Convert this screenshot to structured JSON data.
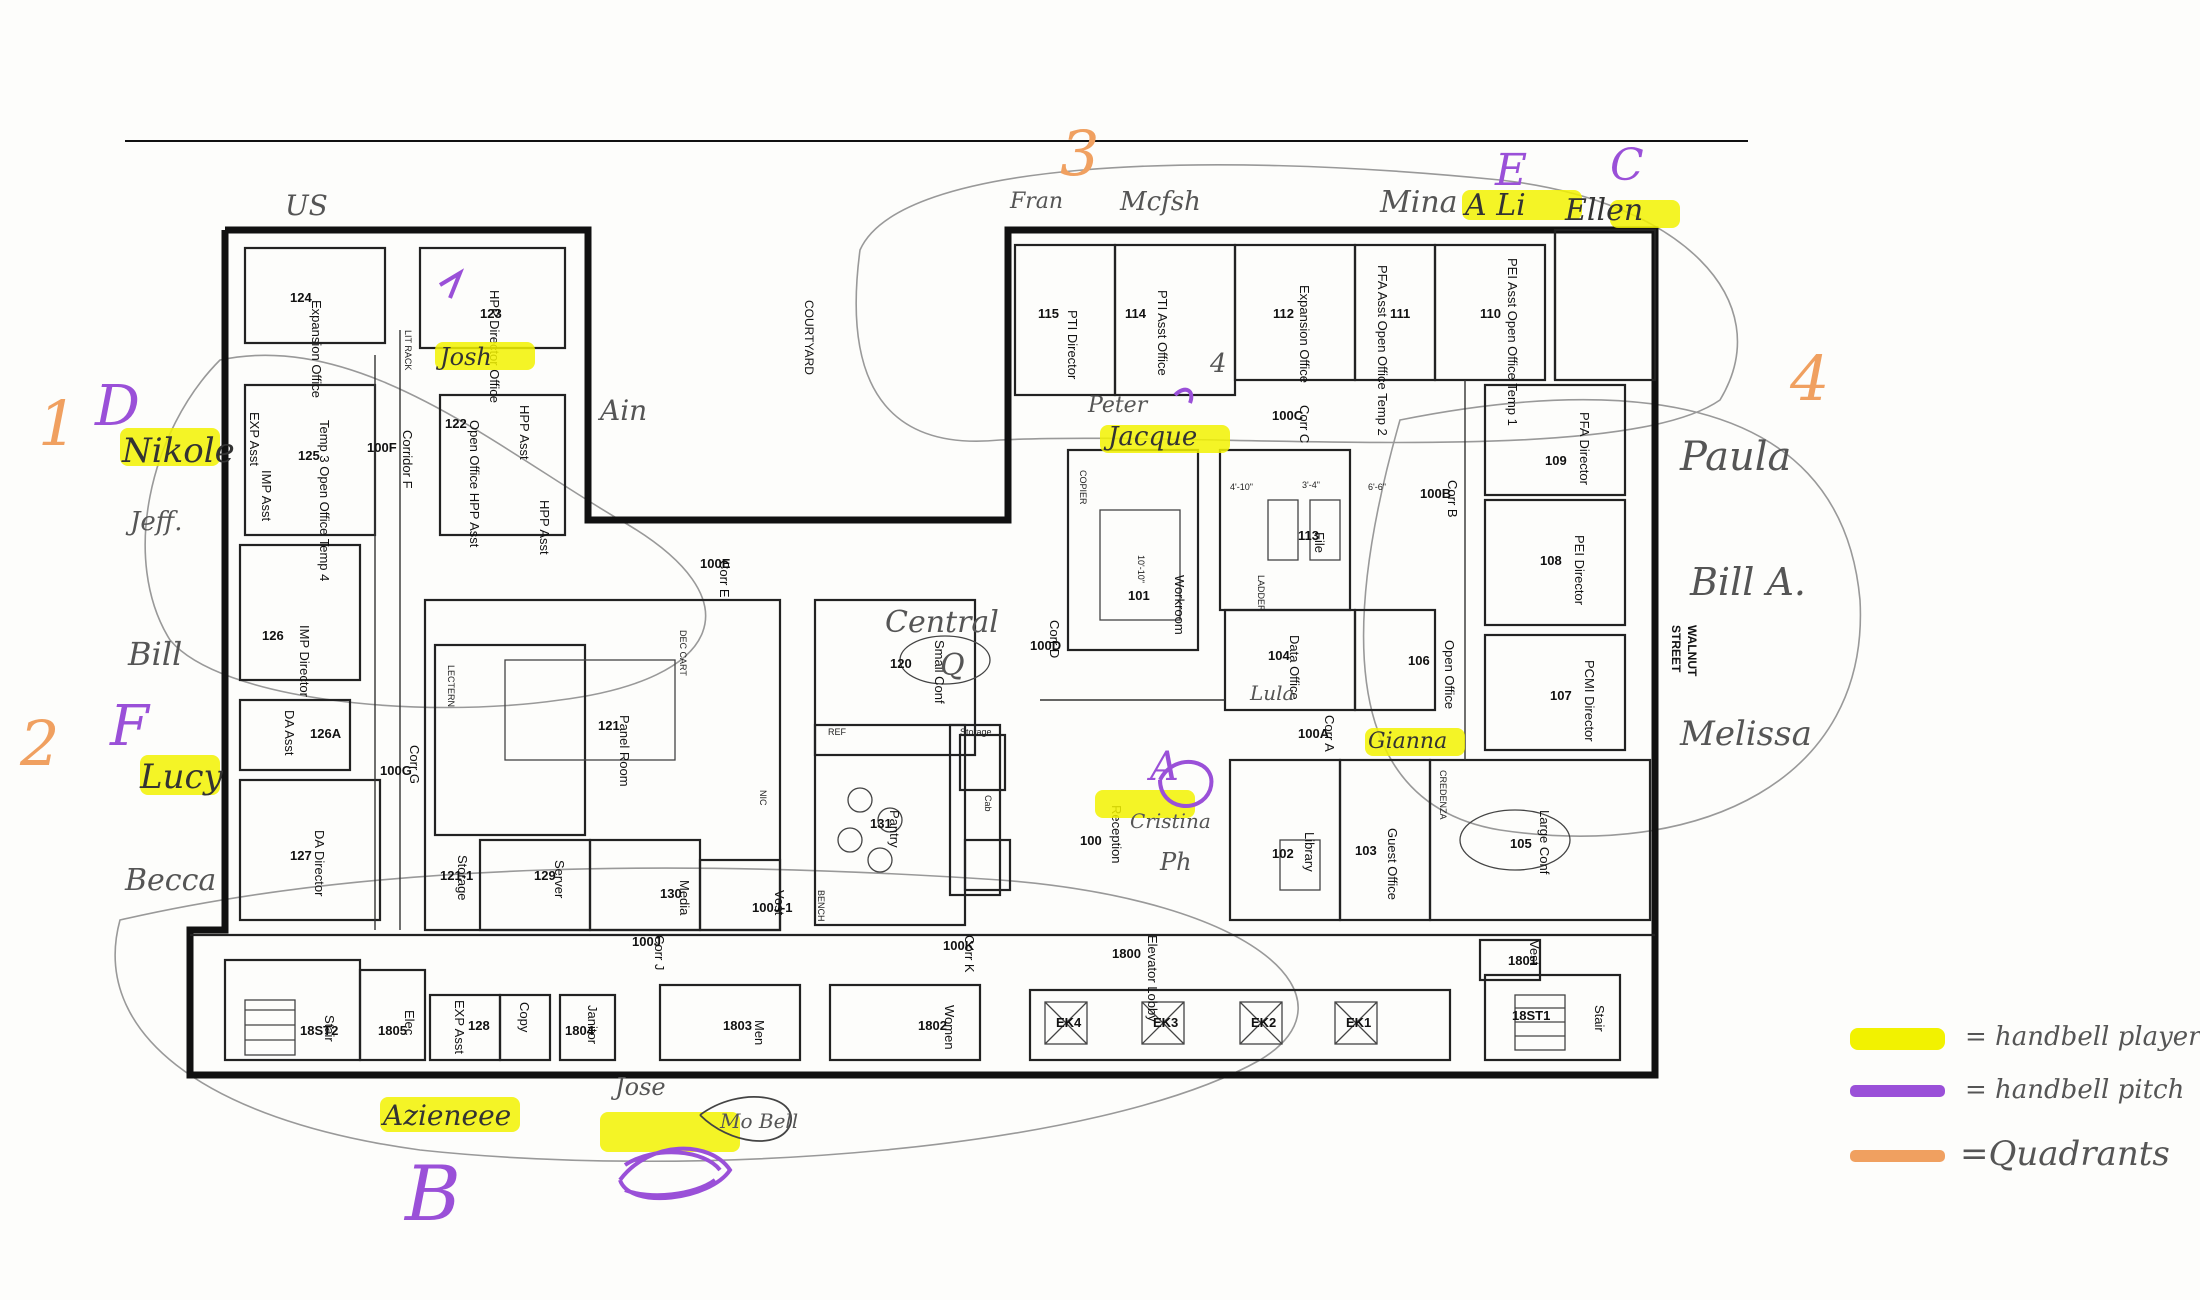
{
  "rooms": {
    "r124": {
      "label": "Expansion Office",
      "num": "124"
    },
    "r123": {
      "label": "HPP Director Office",
      "num": "123"
    },
    "r122": {
      "label": "Open Office HPP Asst",
      "num": "122"
    },
    "rhppasst": {
      "label": "HPP Asst"
    },
    "rhppasst2": {
      "label": "HPP Asst"
    },
    "r125": {
      "label": "Temp 3 Open Office Temp 4",
      "num": "125"
    },
    "rexp": {
      "label": "EXP Asst"
    },
    "rimp": {
      "label": "IMP Asst"
    },
    "r100f": {
      "label": "Corridor F",
      "num": "100F"
    },
    "r126": {
      "label": "IMP Director",
      "num": "126"
    },
    "r126a": {
      "label": "DA Asst",
      "num": "126A"
    },
    "r100g": {
      "label": "Corr G",
      "num": "100G"
    },
    "r127": {
      "label": "DA Director",
      "num": "127"
    },
    "r121": {
      "label": "Panel Room",
      "num": "121"
    },
    "r121_1": {
      "label": "Storage",
      "num": "121-1"
    },
    "r129": {
      "label": "Server",
      "num": "129"
    },
    "r130": {
      "label": "Media",
      "num": "130"
    },
    "r100e": {
      "label": "Corr E",
      "num": "100E"
    },
    "r120": {
      "label": "Small Conf",
      "num": "120"
    },
    "r131": {
      "label": "Pantry",
      "num": "131"
    },
    "r100j1": {
      "label": "Vest",
      "num": "100J-1"
    },
    "r100j": {
      "label": "Corr J",
      "num": "100J"
    },
    "r100k": {
      "label": "Corr K",
      "num": "100K"
    },
    "r115": {
      "label": "PTI Director",
      "num": "115"
    },
    "r114": {
      "label": "PTI Asst Office",
      "num": "114"
    },
    "r112": {
      "label": "Expansion Office",
      "num": "112"
    },
    "r111": {
      "label": "PFA Asst Open Office Temp 2",
      "num": "111"
    },
    "r110": {
      "label": "PEI Asst Open Office Temp 1",
      "num": "110"
    },
    "r100c": {
      "label": "Corr C",
      "num": "100C"
    },
    "r101": {
      "label": "Workroom",
      "num": "101"
    },
    "r113": {
      "label": "File",
      "num": "113"
    },
    "r104": {
      "label": "Data Office",
      "num": "104"
    },
    "r106": {
      "label": "Open Office",
      "num": "106"
    },
    "r100b": {
      "label": "Corr B",
      "num": "100B"
    },
    "r109": {
      "label": "PFA Director",
      "num": "109"
    },
    "r108": {
      "label": "PEI Director",
      "num": "108"
    },
    "r107": {
      "label": "PCMI Director",
      "num": "107"
    },
    "r100d": {
      "label": "Corr D",
      "num": "100D"
    },
    "r100a": {
      "label": "Corr A",
      "num": "100A"
    },
    "r100": {
      "label": "Reception",
      "num": "100"
    },
    "r102": {
      "label": "Library",
      "num": "102"
    },
    "r103": {
      "label": "Guest Office",
      "num": "103"
    },
    "r105": {
      "label": "Large Conf",
      "num": "105"
    },
    "r18st2": {
      "label": "Stair",
      "num": "18ST2"
    },
    "r1805": {
      "label": "Elec",
      "num": "1805"
    },
    "r128": {
      "label": "EXP Asst",
      "num": "128"
    },
    "rcopy": {
      "label": "Copy"
    },
    "r1804": {
      "label": "Janitor",
      "num": "1804"
    },
    "r1803": {
      "label": "Men",
      "num": "1803"
    },
    "r1802": {
      "label": "Women",
      "num": "1802"
    },
    "r1800": {
      "label": "Elevator Lobby",
      "num": "1800"
    },
    "r1801": {
      "label": "Vest",
      "num": "1801"
    },
    "r18st1": {
      "label": "Stair",
      "num": "18ST1"
    },
    "ek4": "EK4",
    "ek3": "EK3",
    "ek2": "EK2",
    "ek1": "EK1"
  },
  "street_labels": {
    "courtyard": "COURTYARD",
    "walnut": "WALNUT",
    "street": "STREET"
  },
  "fixture_labels": {
    "lectern": "LECTERN",
    "copier": "COPIER",
    "ladder": "LADDER",
    "credenza": "CREDENZA",
    "lt_rack": "LIT RACK",
    "ref": "REF",
    "storage": "Storage",
    "cab": "Cab",
    "nic": "NIC",
    "bench": "BENCH",
    "dec_cart": "DEC CART",
    "dim1": "10'-10\"",
    "dim2": "4'-10\"",
    "dim3": "3'-4\"",
    "dim4": "6'-6\""
  },
  "annotations": {
    "quadrants": [
      "1",
      "2",
      "3",
      "4"
    ],
    "letters": [
      "D",
      "F",
      "E",
      "C",
      "B",
      "A"
    ],
    "names": [
      "US",
      "Nikole",
      "Jeff.",
      "Bill",
      "Lucy",
      "Becca",
      "Josh",
      "Ain",
      "Fran",
      "Mcfsh",
      "Mina",
      "A Li",
      "Ellen",
      "Peter",
      "Jacque",
      "Paula",
      "Bill A.",
      "Melissa",
      "Gianna",
      "Lula",
      "Cristina",
      "Azieneee",
      "Jose",
      "Mo Bell",
      "Central",
      "Q"
    ],
    "pencil_marks": [
      "Ph",
      "4"
    ]
  },
  "legend": {
    "items": [
      {
        "label": "= handbell player",
        "color": "#f2f200"
      },
      {
        "label": "= handbell pitch",
        "color": "#9a50d8"
      },
      {
        "label": "=Quadrants",
        "color": "#f0a060"
      }
    ]
  },
  "colors": {
    "highlight": "#f2f200",
    "purple": "#9a50d8",
    "orange": "#f0a060",
    "pencil": "#777777",
    "ink": "#111111"
  }
}
